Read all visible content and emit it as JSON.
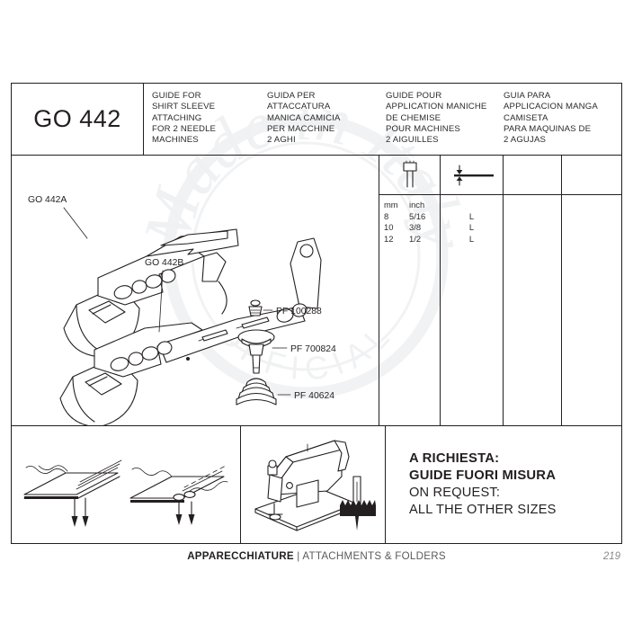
{
  "product": {
    "code": "GO 442",
    "descriptions": [
      {
        "lang": "en",
        "lines": [
          "GUIDE FOR",
          "SHIRT SLEEVE",
          "ATTACHING",
          "FOR 2 NEEDLE",
          "MACHINES"
        ]
      },
      {
        "lang": "it",
        "lines": [
          "GUIDA PER",
          "ATTACCATURA",
          "MANICA CAMICIA",
          "PER MACCHINE",
          "2 AGHI"
        ]
      },
      {
        "lang": "fr",
        "lines": [
          "GUIDE POUR",
          "APPLICATION MANICHE",
          "DE CHEMISE",
          "POUR MACHINES",
          "2 AIGUILLES"
        ]
      },
      {
        "lang": "es",
        "lines": [
          "GUIA PARA",
          "APPLICACION MANGA",
          "CAMISETA",
          "PARA MAQUINAS DE",
          "2 AGUJAS"
        ]
      }
    ]
  },
  "drawing": {
    "callouts": [
      {
        "name": "go-442a",
        "label": "GO 442A"
      },
      {
        "name": "go-442b",
        "label": "GO 442B"
      }
    ],
    "parts": [
      {
        "name": "screw",
        "label": "PF 100288"
      },
      {
        "name": "thumb-screw",
        "label": "PF 700824"
      },
      {
        "name": "spring-washer",
        "label": "PF 40624"
      }
    ]
  },
  "spec_table": {
    "icons": [
      "twin-needle-icon",
      "material-thickness-icon"
    ],
    "units": {
      "mm": "mm",
      "inch": "inch"
    },
    "sizes": [
      {
        "mm": "8",
        "inch": "5/16",
        "availability": "L"
      },
      {
        "mm": "10",
        "inch": "3/8",
        "availability": "L"
      },
      {
        "mm": "12",
        "inch": "1/2",
        "availability": "L"
      }
    ]
  },
  "bottom": {
    "seam_diagrams": [
      "seam-diagram-open",
      "seam-diagram-folded"
    ],
    "machine_icons": [
      "flatbed-sewing-machine-icon",
      "needle-feed-dog-icon"
    ],
    "note": {
      "line1": "A RICHIESTA:",
      "line2": "GUIDE FUORI MISURA",
      "line3": "ON REQUEST:",
      "line4": "ALL THE OTHER SIZES"
    }
  },
  "footer": {
    "title_it": "APPARECCHIATURE",
    "separator": " | ",
    "title_en": "ATTACHMENTS & FOLDERS",
    "page_number": "219"
  },
  "watermark": {
    "text_top": "Made in Italy",
    "text_bottom": "OFFICIAL"
  },
  "colors": {
    "ink": "#231f20",
    "text_gray": "#2b2b2b",
    "footer_gray": "#5b5b5b",
    "page_gray": "#8a8a8a"
  }
}
